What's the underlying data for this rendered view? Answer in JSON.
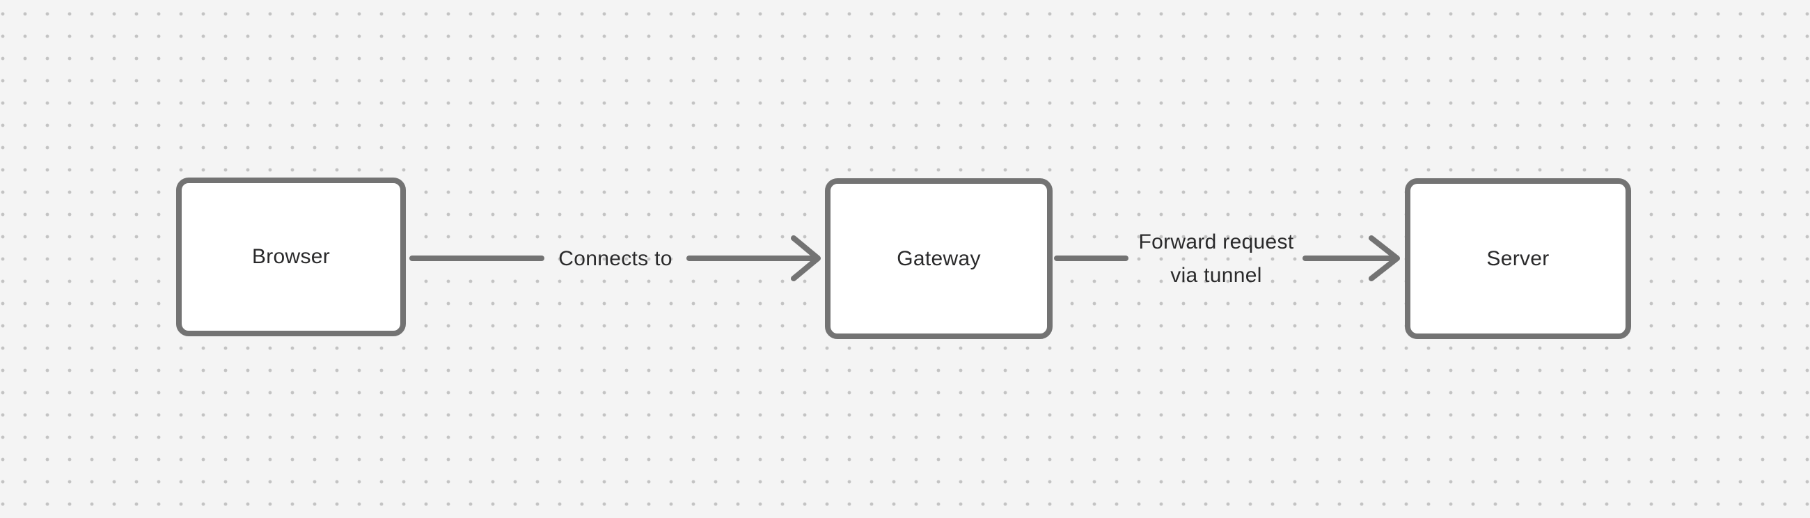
{
  "canvas": {
    "background_color": "#f4f4f4",
    "dot_color": "#c3c3c3",
    "stroke_color": "#737373",
    "text_color": "#2a2a2b",
    "node_fill_color": "#ffffff"
  },
  "nodes": [
    {
      "id": "browser",
      "label": "Browser"
    },
    {
      "id": "gateway",
      "label": "Gateway"
    },
    {
      "id": "server",
      "label": "Server"
    }
  ],
  "edges": [
    {
      "id": "browser-gateway",
      "from": "Browser",
      "to": "Gateway",
      "label": "Connects to"
    },
    {
      "id": "gateway-server",
      "from": "Gateway",
      "to": "Server",
      "label_lines": [
        "Forward request",
        "via tunnel"
      ]
    }
  ]
}
